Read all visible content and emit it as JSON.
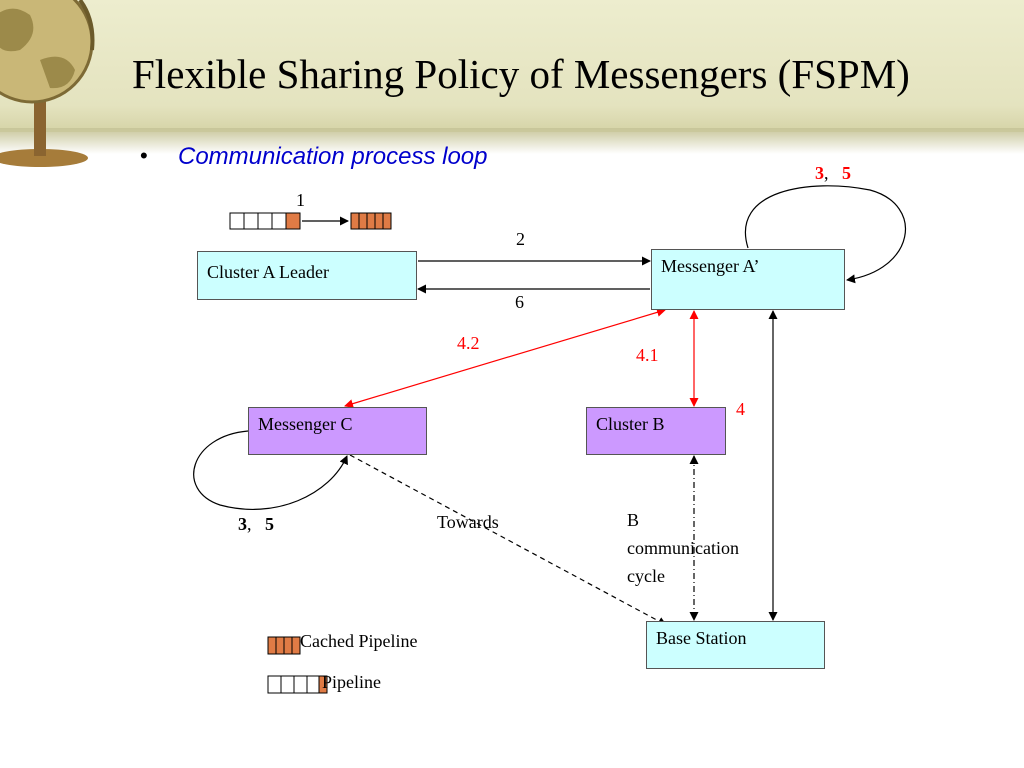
{
  "title": "Flexible Sharing Policy of Messengers (FSPM)",
  "bullet_symbol": "•",
  "subtitle": "Communication process loop",
  "nodes": {
    "cluster_a_leader": "Cluster A Leader",
    "messenger_a": "Messenger A’",
    "messenger_c": "Messenger C",
    "cluster_b": "Cluster B",
    "base_station": "Base Station"
  },
  "edge_labels": {
    "step1": "1",
    "step2": "2",
    "step6": "6",
    "step4_2": "4.2",
    "step4_1": "4.1",
    "step4": "4",
    "towards": "Towards",
    "b_cycle": "B\ncommunication\ncycle"
  },
  "loop_labels": {
    "a_num1": "3",
    "a_sep": ",",
    "a_num2": "5",
    "c_num1": "3",
    "c_sep": ",",
    "c_num2": "5"
  },
  "legend": {
    "cached_pipeline": "Cached Pipeline",
    "pipeline": "Pipeline"
  },
  "colors": {
    "node_cyan": "#ccffff",
    "node_purple": "#cc99ff",
    "accent_red": "#ff0000",
    "subtitle_blue": "#0000cc",
    "pipeline_orange": "#e07b45"
  }
}
